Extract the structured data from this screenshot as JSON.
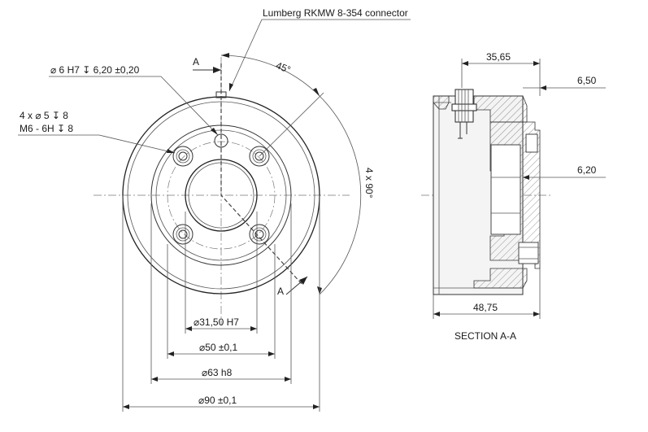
{
  "front_view": {
    "connector_callout": "Lumberg RKMW 8-354 connector",
    "section_marker_top": "A",
    "section_marker_bottom": "A",
    "pin_hole_callout": "⌀ 6  H7 ↧ 6,20 ±0,20",
    "thread_callout_line1": "4 x ⌀ 5 ↧ 8",
    "thread_callout_line2": "M6 - 6H ↧ 8",
    "angle_45": "45°",
    "angle_4x90": "4 x 90°",
    "dim_bore": "⌀31,50 H7",
    "dim_pcd": "⌀50 ±0,1",
    "dim_spigot": "⌀63 h8",
    "dim_outer": "⌀90 ±0,1"
  },
  "section_view": {
    "dim_top": "35,65",
    "dim_right_top": "6,50",
    "dim_right_mid": "6,20",
    "dim_bottom": "48,75",
    "title": "SECTION A-A"
  }
}
